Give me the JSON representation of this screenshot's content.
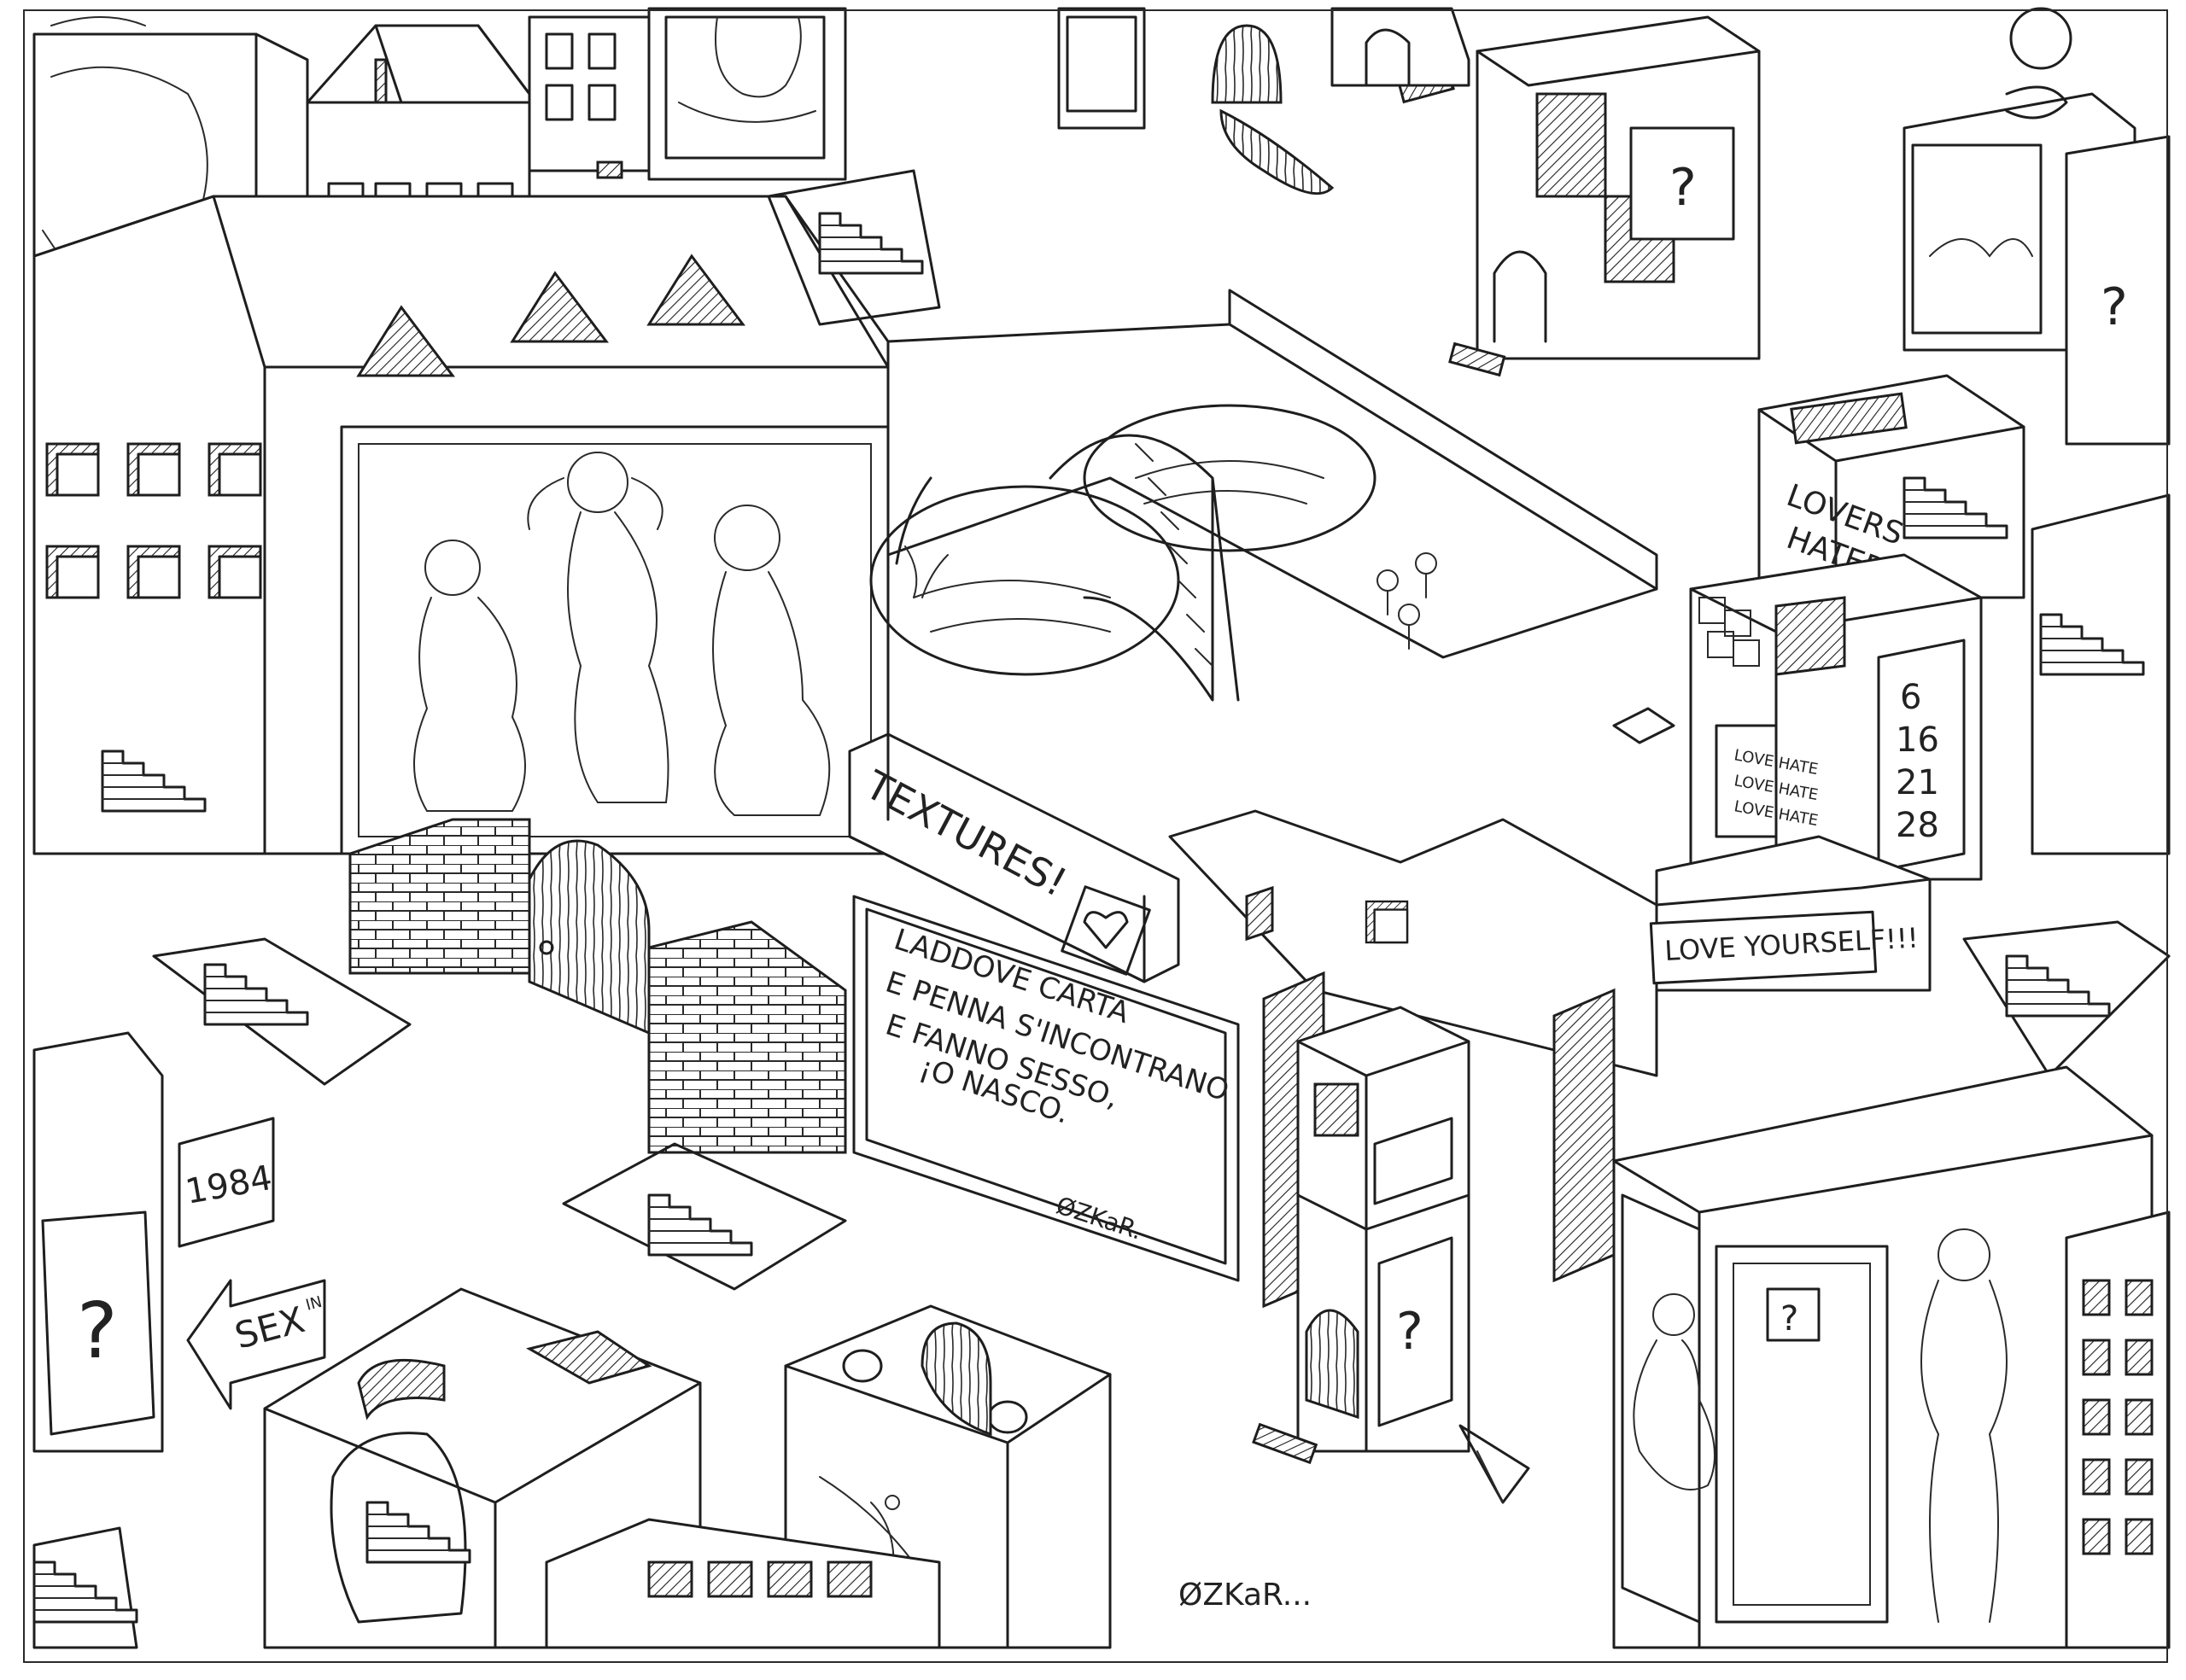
{
  "artwork": {
    "signs": {
      "textures": "TEXTURES!",
      "poem_lines": [
        "LADDOVE CARTA",
        "E PENNA S'INCONTRANO",
        "E FANNO SESSO,",
        "¡O NASCO."
      ],
      "signature_on_sign": "ØZKaR.",
      "lovers_haters": [
        "LOVERS",
        "HATERS"
      ],
      "dates": [
        "6",
        "16",
        "21",
        "28"
      ],
      "love_hate_notes": [
        "LOVE HATE",
        "LOVE HATE",
        "LOVE HATE"
      ],
      "love_yourself": "LOVE YOURSELF!!!",
      "year_box": "1984",
      "arrow_sign": "SEX",
      "arrow_sign_small": "IN",
      "question_mark": "?",
      "signature_bottom": "ØZKaR..."
    }
  }
}
